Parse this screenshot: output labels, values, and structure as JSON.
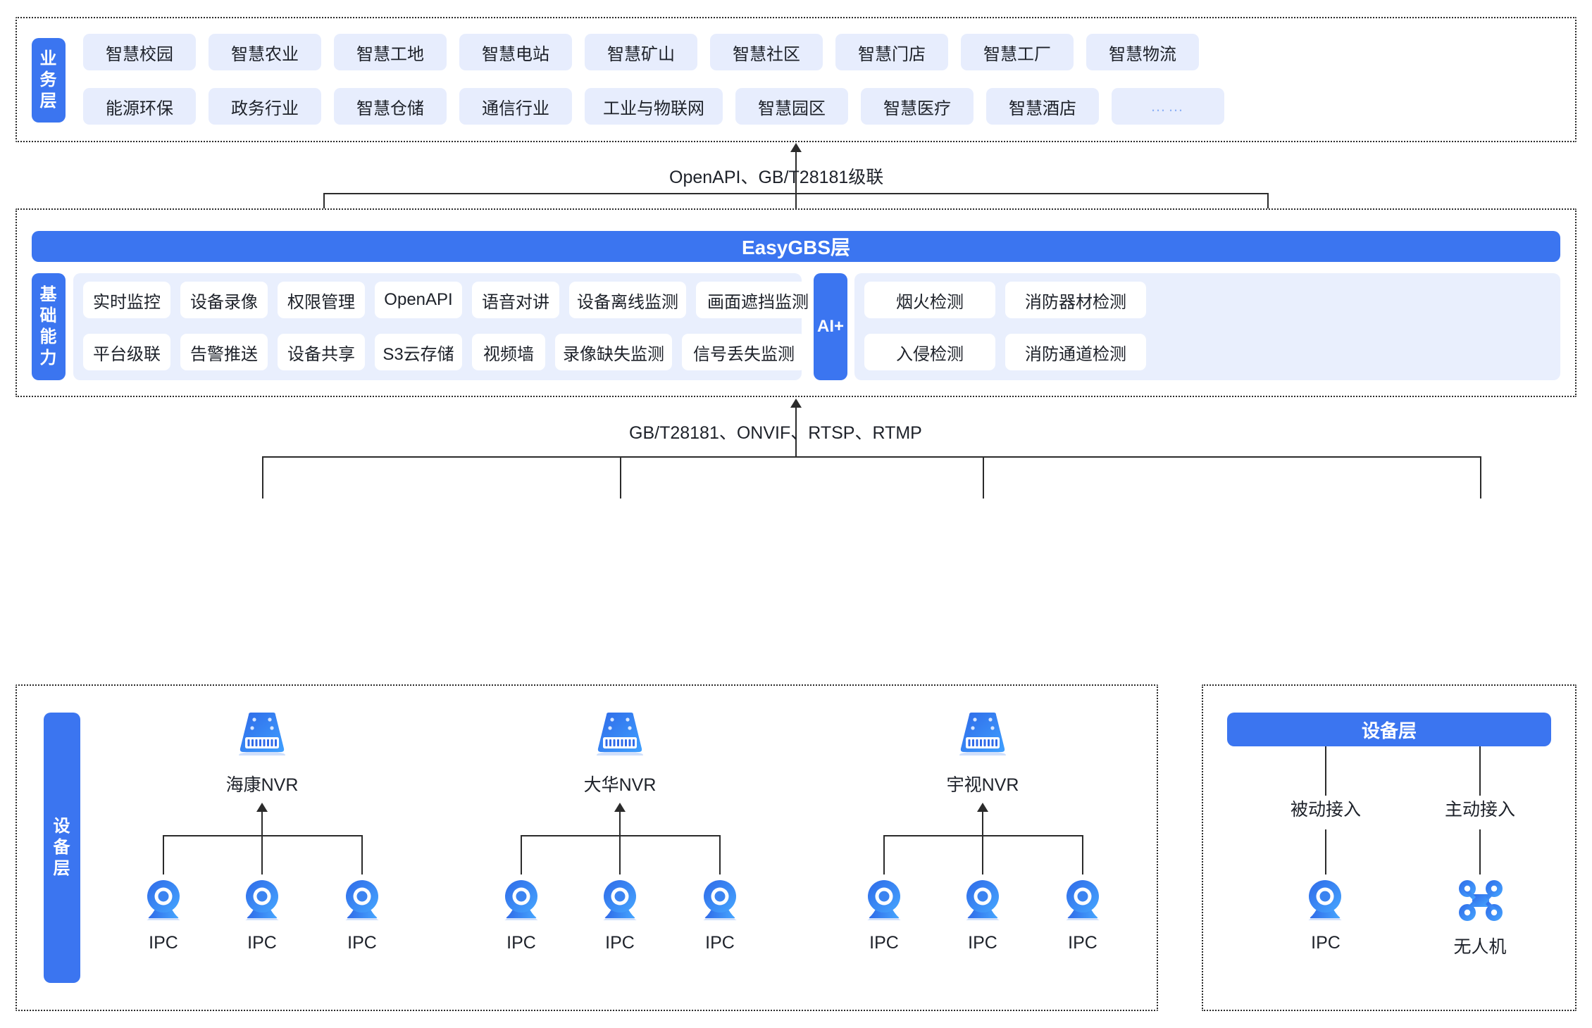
{
  "business_layer": {
    "side_label": "业务层",
    "row1": [
      "智慧校园",
      "智慧农业",
      "智慧工地",
      "智慧电站",
      "智慧矿山",
      "智慧社区",
      "智慧门店",
      "智慧工厂",
      "智慧物流"
    ],
    "row2": [
      "能源环保",
      "政务行业",
      "智慧仓储",
      "通信行业",
      "工业与物联网",
      "智慧园区",
      "智慧医疗",
      "智慧酒店",
      "……"
    ]
  },
  "connector_top": {
    "label": "OpenAPI、GB/T28181级联"
  },
  "platform_layer": {
    "title": "EasyGBS层",
    "side_label": "基础能力",
    "ai_label": "AI+",
    "capabilities_row1": [
      "实时监控",
      "设备录像",
      "权限管理",
      "OpenAPI",
      "语音对讲",
      "设备离线监测",
      "画面遮挡监测"
    ],
    "capabilities_row2": [
      "平台级联",
      "告警推送",
      "设备共享",
      "S3云存储",
      "视频墙",
      "录像缺失监测",
      "信号丢失监测"
    ],
    "ai_row1": [
      "烟火检测",
      "消防器材检测"
    ],
    "ai_row2": [
      "入侵检测",
      "消防通道检测"
    ]
  },
  "connector_bottom": {
    "label": "GB/T28181、ONVIF、RTSP、RTMP"
  },
  "device_layer_left": {
    "side_label": "设备层",
    "nvrs": [
      {
        "name": "海康NVR",
        "cameras": [
          "IPC",
          "IPC",
          "IPC"
        ]
      },
      {
        "name": "大华NVR",
        "cameras": [
          "IPC",
          "IPC",
          "IPC"
        ]
      },
      {
        "name": "宇视NVR",
        "cameras": [
          "IPC",
          "IPC",
          "IPC"
        ]
      }
    ]
  },
  "device_layer_right": {
    "title": "设备层",
    "branches": [
      {
        "mode": "被动接入",
        "device": "IPC",
        "icon": "camera-icon"
      },
      {
        "mode": "主动接入",
        "device": "无人机",
        "icon": "drone-icon"
      }
    ]
  },
  "colors": {
    "brand_blue": "#3b75f0",
    "chip_bg": "#e7edfd",
    "panel_bg": "#e9effd",
    "line": "#2b2b2b",
    "dots_blue": "#8fb2f5"
  }
}
